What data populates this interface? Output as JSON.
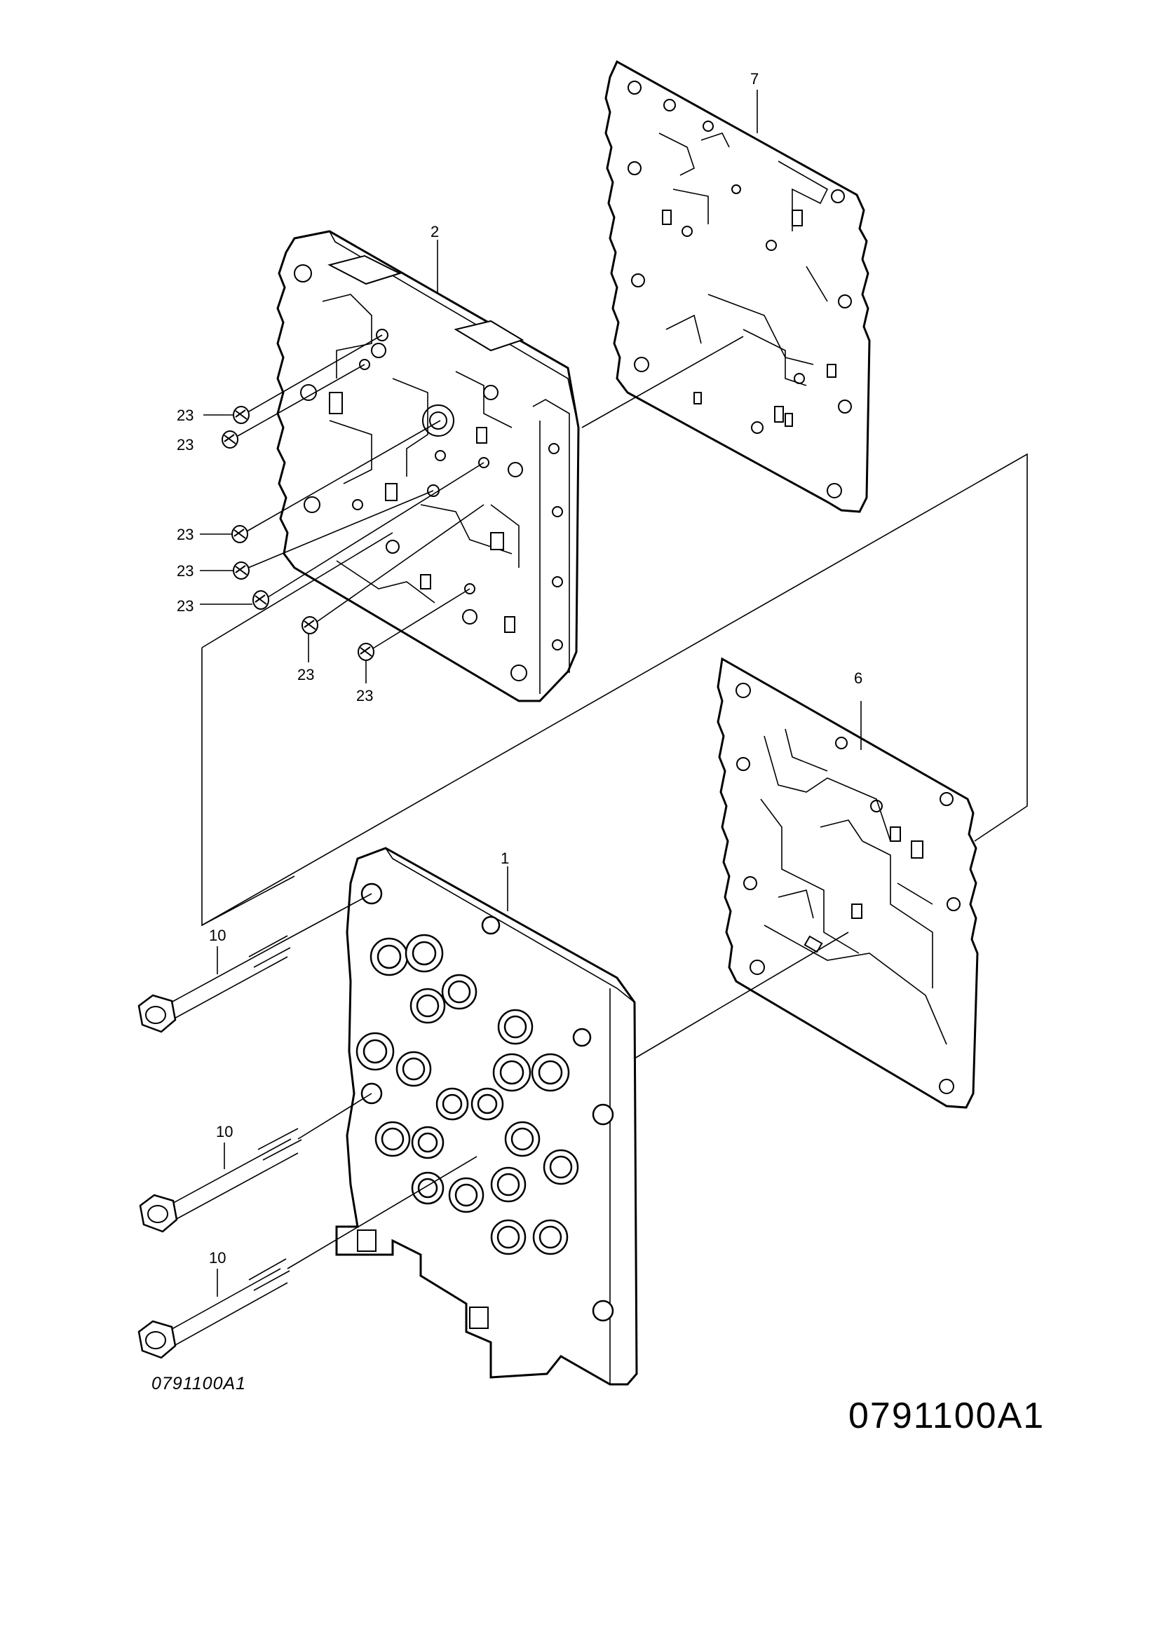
{
  "diagram": {
    "reference_code_small": "0791100A1",
    "reference_code_large": "0791100A1",
    "callouts": {
      "part_1": "1",
      "part_2": "2",
      "part_6": "6",
      "part_7": "7",
      "part_10": "10",
      "part_23": "23"
    },
    "colors": {
      "ink": "#000000",
      "paper": "#ffffff"
    }
  }
}
